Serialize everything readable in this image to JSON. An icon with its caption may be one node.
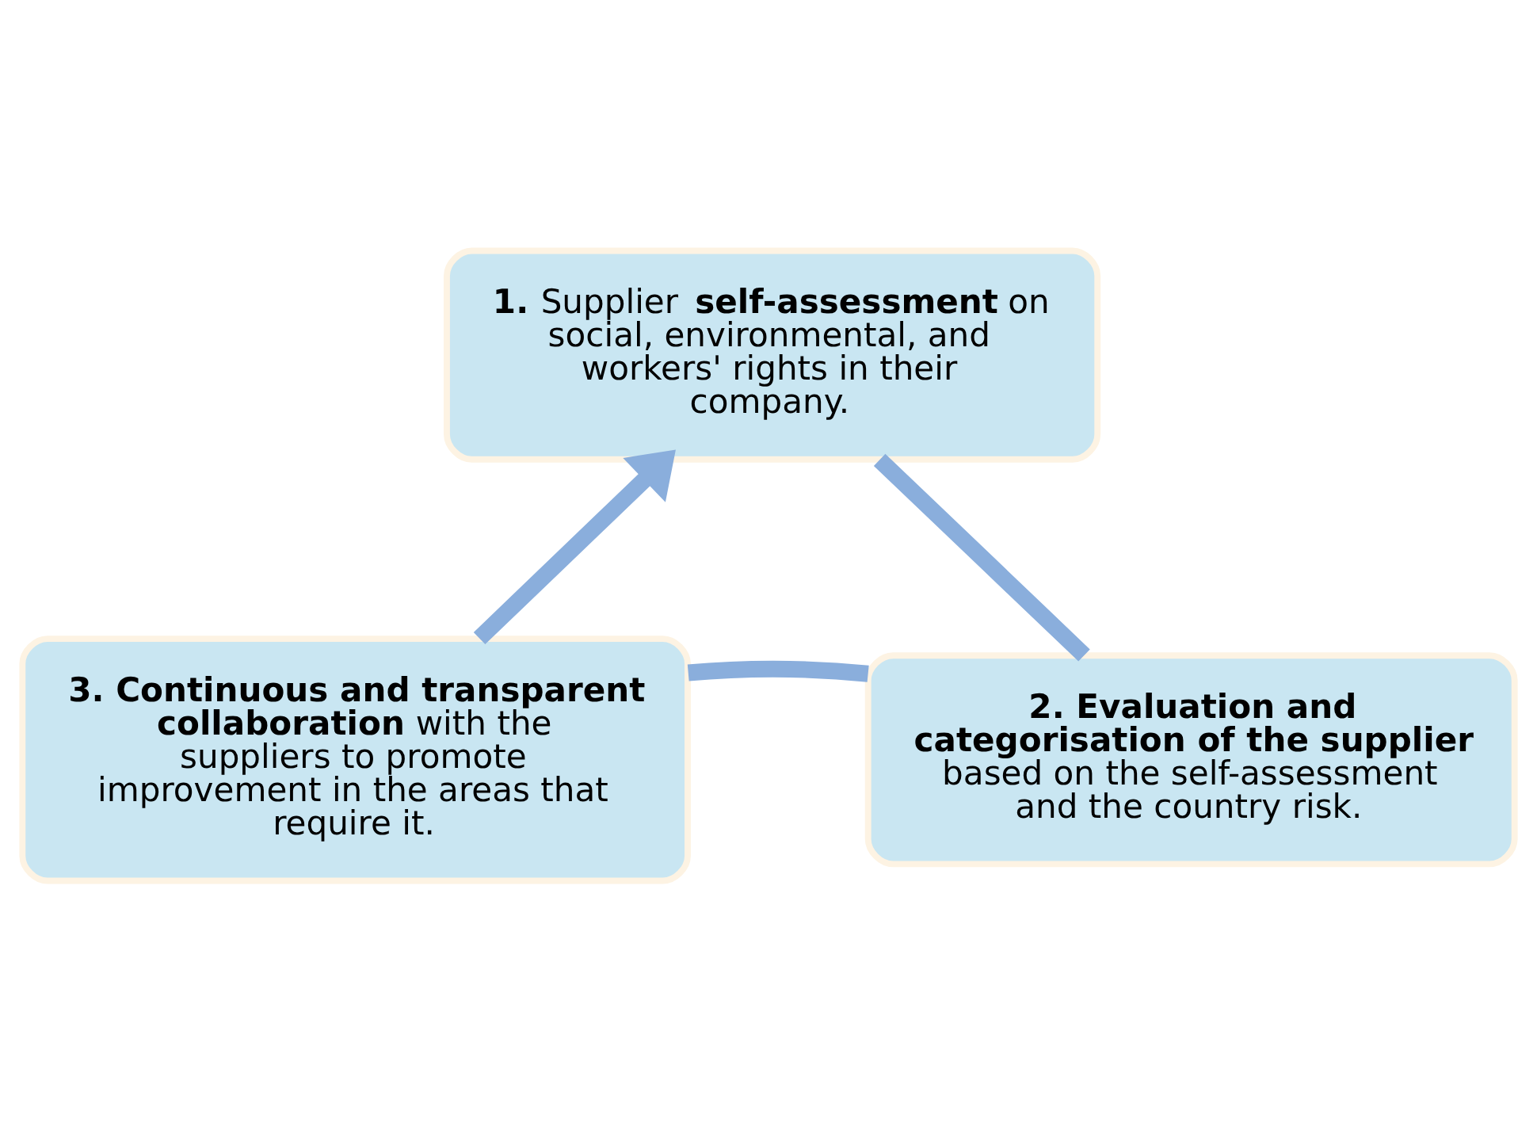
{
  "diagram": {
    "nodes": [
      {
        "text": [
          "**1.** Supplier **self-assessment** on social, environmental, and workers' rights in their company."
        ]
      },
      {
        "text": [
          "**3. Continuous and transparent collaboration** with the suppliers to promote improvement in the areas that require it."
        ]
      },
      {
        "text": [
          "**2. Evaluation and categorisation of the supplier** based on the self-assessment and the country risk."
        ]
      }
    ],
    "edges": [
      {
        "from": 0,
        "to": 2,
        "arrow": "none"
      },
      {
        "from": 2,
        "to": 1,
        "arrow": "none"
      },
      {
        "from": 1,
        "to": 0,
        "arrow": "to"
      }
    ]
  }
}
